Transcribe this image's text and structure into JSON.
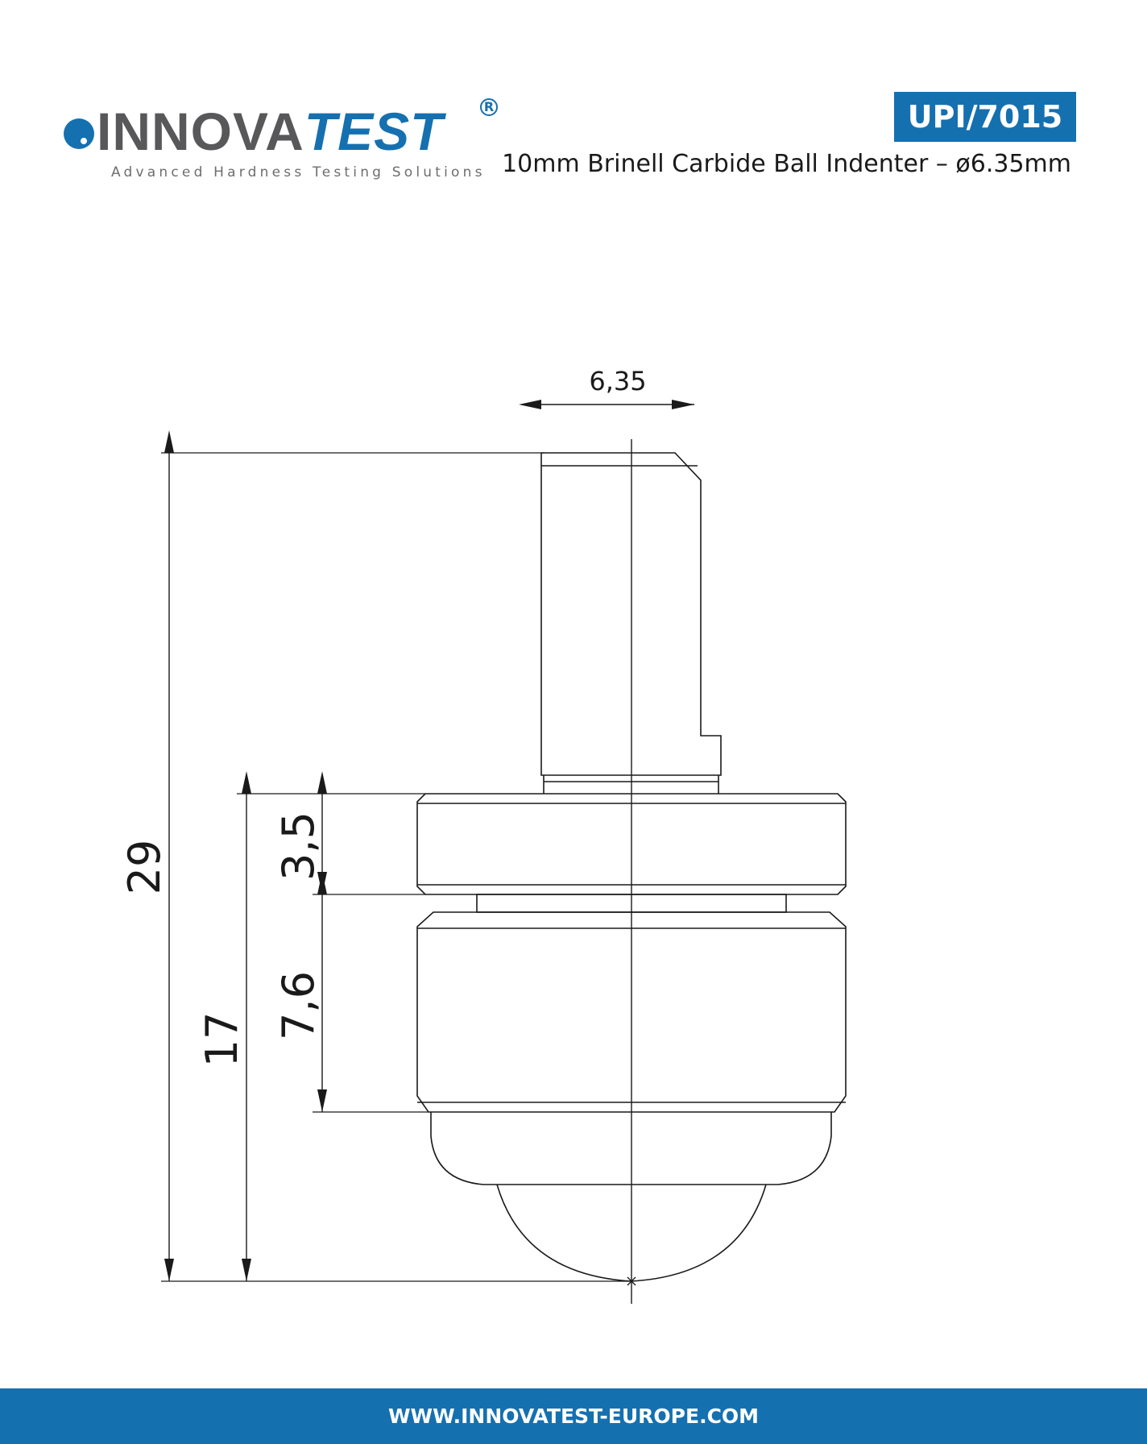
{
  "brand": {
    "logo_part1": "INNOVA",
    "logo_part2": "TEST",
    "registered_mark": "R",
    "tagline": "Advanced Hardness Testing Solutions"
  },
  "product": {
    "code": "UPI/7015",
    "title": "10mm Brinell Carbide Ball Indenter – ø6.35mm"
  },
  "dimensions": {
    "top_width": "6,35",
    "overall_height": "29",
    "body_height": "17",
    "upper_collar": "3,5",
    "lower_collar": "7,6"
  },
  "footer": {
    "website": "WWW.INNOVATEST-EUROPE.COM"
  },
  "colors": {
    "brand_blue": "#1570b0",
    "brand_grey": "#58585a"
  }
}
